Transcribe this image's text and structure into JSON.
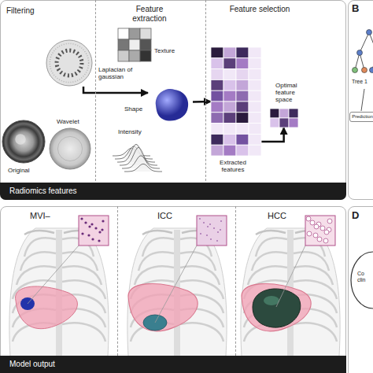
{
  "diagram": {
    "nodes": [
      {
        "text": [
          "Radiomics features"
        ]
      },
      {
        "text": [
          "Filtering"
        ],
        "in": 0
      },
      {
        "text": [
          "Feature extraction"
        ],
        "in": 0
      },
      {
        "text": [
          "Feature selection"
        ],
        "in": 0
      },
      {
        "text": [
          "Original"
        ],
        "in": 1
      },
      {
        "text": [
          "Laplacian of gaussian"
        ],
        "in": 1
      },
      {
        "text": [
          "Wavelet"
        ],
        "in": 1
      },
      {
        "text": [
          "Texture"
        ],
        "in": 2
      },
      {
        "text": [
          "Shape"
        ],
        "in": 2
      },
      {
        "text": [
          "Intensity"
        ],
        "in": 2
      },
      {
        "text": [
          "Extracted features"
        ],
        "in": 3
      },
      {
        "text": [
          "Optimal feature space"
        ],
        "in": 3
      },
      {
        "text": [
          "B"
        ]
      },
      {
        "text": [
          "Prediction"
        ],
        "in": 12
      },
      {
        "text": [
          "Model output"
        ]
      },
      {
        "text": [
          "MVI–"
        ],
        "in": 14
      },
      {
        "text": [
          "ICC"
        ],
        "in": 14
      },
      {
        "text": [
          "HCC"
        ],
        "in": 14
      },
      {
        "text": [
          "D"
        ]
      },
      {
        "text": [
          "Co clin"
        ],
        "in": 18
      }
    ],
    "edges": [
      {
        "from": 5,
        "to": 8,
        "arrow": "to"
      },
      {
        "from": 8,
        "to": 10,
        "arrow": "to"
      },
      {
        "from": 10,
        "to": 11,
        "arrow": "to"
      }
    ],
    "labels": [
      "Tree 1"
    ]
  }
}
